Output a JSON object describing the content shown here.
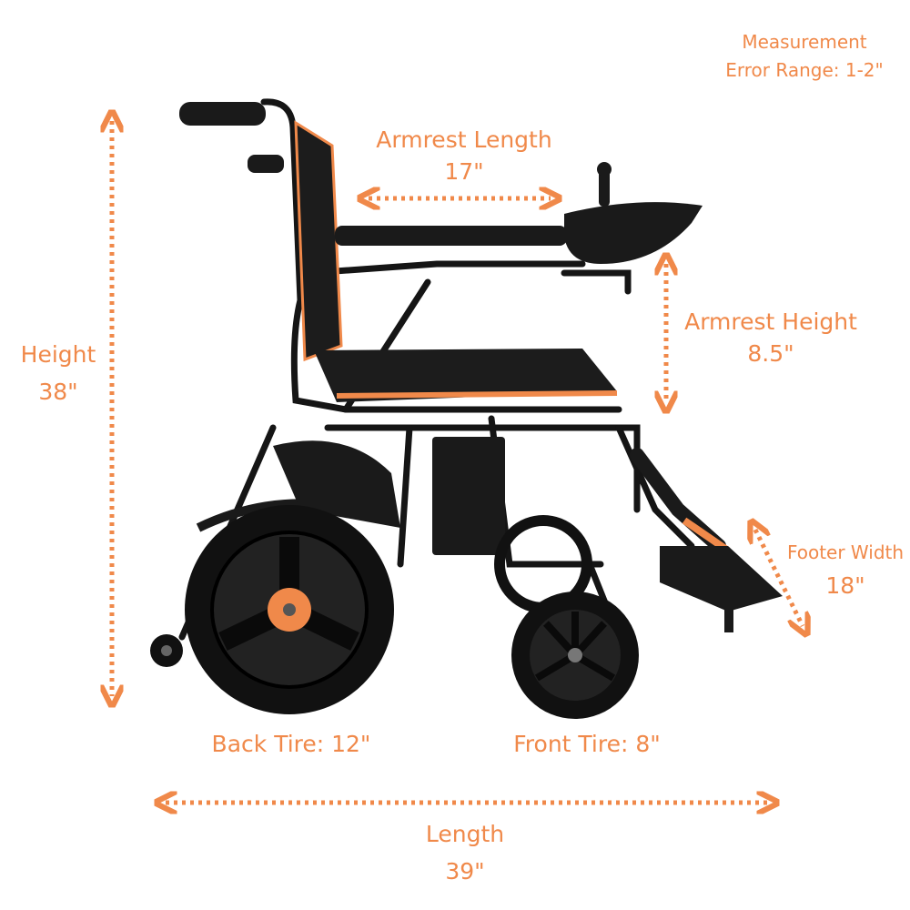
{
  "note": {
    "line1": "Measurement",
    "line2": "Error Range: 1-2\""
  },
  "armrest_length": {
    "label": "Armrest Length",
    "value": "17\""
  },
  "height": {
    "label": "Height",
    "value": "38\""
  },
  "armrest_height": {
    "label": "Armrest Height",
    "value": "8.5\""
  },
  "footer_width": {
    "label": "Footer Width",
    "value": "18\""
  },
  "back_tire": {
    "label": "Back Tire: 12\""
  },
  "front_tire": {
    "label": "Front Tire: 8\""
  },
  "length": {
    "label": "Length",
    "value": "39\""
  },
  "colors": {
    "accent": "#f0894a",
    "frame": "#111111"
  }
}
